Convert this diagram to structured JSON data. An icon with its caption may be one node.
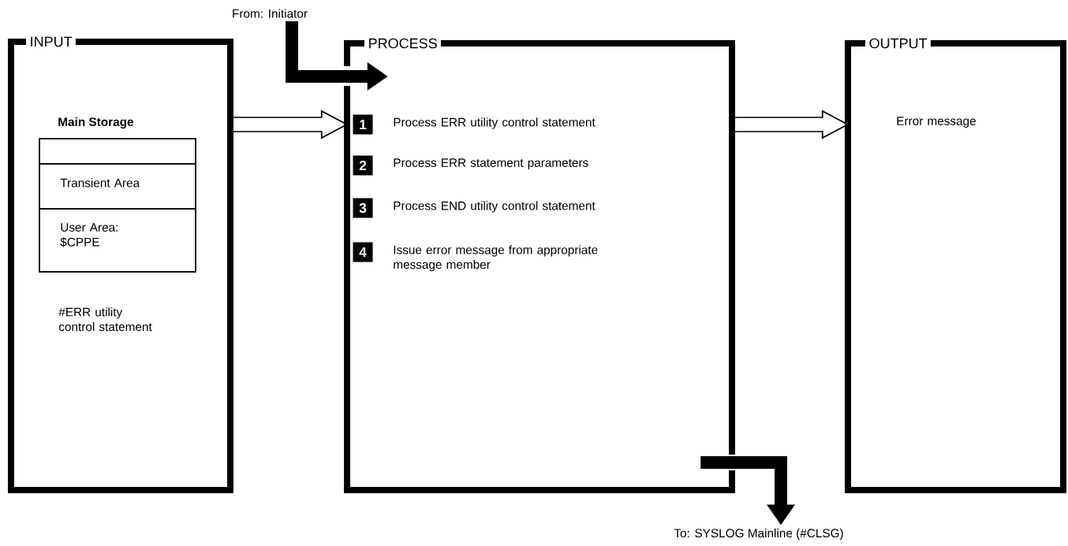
{
  "diagram": {
    "nodes": [
      {
        "text": [
          "INPUT",
          "#ERR utility control statement"
        ]
      },
      {
        "text": [
          "Main Storage"
        ],
        "in": 0
      },
      {
        "text": [],
        "shape": "box",
        "in": 1
      },
      {
        "text": [
          "Transient Area"
        ],
        "in": 1
      },
      {
        "text": [
          "User Area: $CPPE"
        ],
        "in": 1
      },
      {
        "text": [
          "PROCESS"
        ]
      },
      {
        "text": [
          "1"
        ],
        "in": 5,
        "beside": [
          "Process ERR utility control statement"
        ]
      },
      {
        "text": [
          "2"
        ],
        "in": 5,
        "beside": [
          "Process ERR statement parameters"
        ]
      },
      {
        "text": [
          "3"
        ],
        "in": 5,
        "beside": [
          "Process END utility control statement"
        ]
      },
      {
        "text": [
          "4"
        ],
        "in": 5,
        "beside": [
          "Issue error message from appropriate message member"
        ]
      },
      {
        "text": [
          "OUTPUT",
          "Error message"
        ]
      },
      {
        "text": [
          "From: Initiator"
        ]
      },
      {
        "text": [
          "To: SYSLOG Mainline (#CLSG)"
        ]
      }
    ],
    "edges": [
      {
        "from": 0,
        "to": 5,
        "arrow": "to"
      },
      {
        "from": 5,
        "to": 10,
        "arrow": "to"
      },
      {
        "from": 11,
        "to": 5,
        "arrow": "to"
      },
      {
        "from": 5,
        "to": 12,
        "arrow": "to"
      }
    ]
  }
}
